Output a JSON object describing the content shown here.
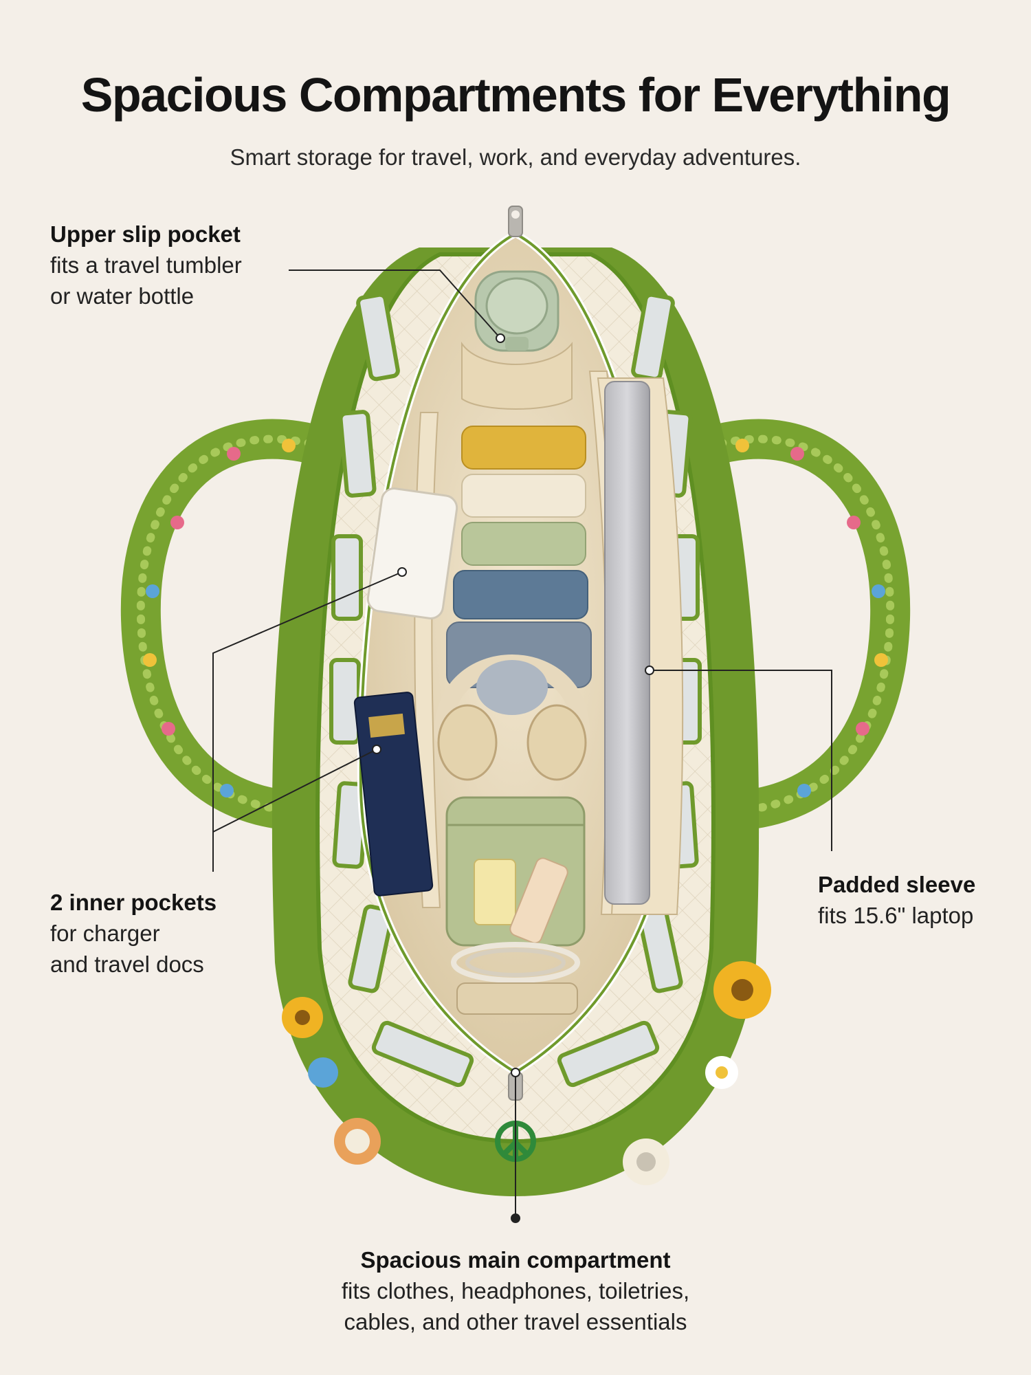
{
  "title": "Spacious Compartments for Everything",
  "subtitle": "Smart storage for travel, work, and everyday adventures.",
  "callouts": {
    "upper_slip_pocket": {
      "heading": "Upper slip pocket",
      "line1": "fits a travel tumbler",
      "line2": "or water bottle"
    },
    "inner_pockets": {
      "heading": "2 inner pockets",
      "line1": "for charger",
      "line2": "and travel docs"
    },
    "padded_sleeve": {
      "heading": "Padded sleeve",
      "line1": "fits 15.6\" laptop"
    },
    "main_compartment": {
      "heading": "Spacious main compartment",
      "line1": "fits clothes, headphones, toiletries,",
      "line2": "cables, and other travel essentials"
    }
  },
  "colors": {
    "background": "#f4efe8",
    "bag_green": "#6f9a2c",
    "quilt_cream": "#f3ecdc",
    "lining": "#ece0c6",
    "leader_line": "#222222"
  }
}
